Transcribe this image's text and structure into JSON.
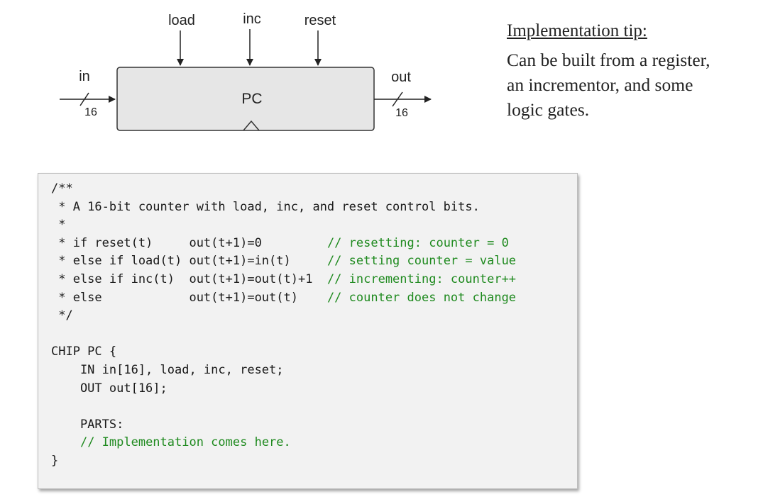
{
  "diagram": {
    "chip_label": "PC",
    "inputs": {
      "load": "load",
      "inc": "inc",
      "reset": "reset",
      "in": "in"
    },
    "output": "out",
    "in_width": "16",
    "out_width": "16"
  },
  "tip": {
    "title": "Implementation tip:",
    "lines": [
      "Can be built from a register,",
      "an incrementor, and some",
      "logic gates."
    ]
  },
  "code": {
    "lines": [
      {
        "text": "/**",
        "comment": ""
      },
      {
        "text": " * A 16-bit counter with load, inc, and reset control bits.",
        "comment": ""
      },
      {
        "text": " *",
        "comment": ""
      },
      {
        "text": " * if reset(t)     out(t+1)=0         ",
        "comment": "// resetting: counter = 0"
      },
      {
        "text": " * else if load(t) out(t+1)=in(t)     ",
        "comment": "// setting counter = value"
      },
      {
        "text": " * else if inc(t)  out(t+1)=out(t)+1  ",
        "comment": "// incrementing: counter++"
      },
      {
        "text": " * else            out(t+1)=out(t)    ",
        "comment": "// counter does not change"
      },
      {
        "text": " */",
        "comment": ""
      },
      {
        "text": "",
        "comment": ""
      },
      {
        "text": "CHIP PC {",
        "comment": ""
      },
      {
        "text": "    IN in[16], load, inc, reset;",
        "comment": ""
      },
      {
        "text": "    OUT out[16];",
        "comment": ""
      },
      {
        "text": "",
        "comment": ""
      },
      {
        "text": "    PARTS:",
        "comment": ""
      },
      {
        "text": "    ",
        "comment": "// Implementation comes here."
      },
      {
        "text": "}",
        "comment": ""
      }
    ]
  }
}
